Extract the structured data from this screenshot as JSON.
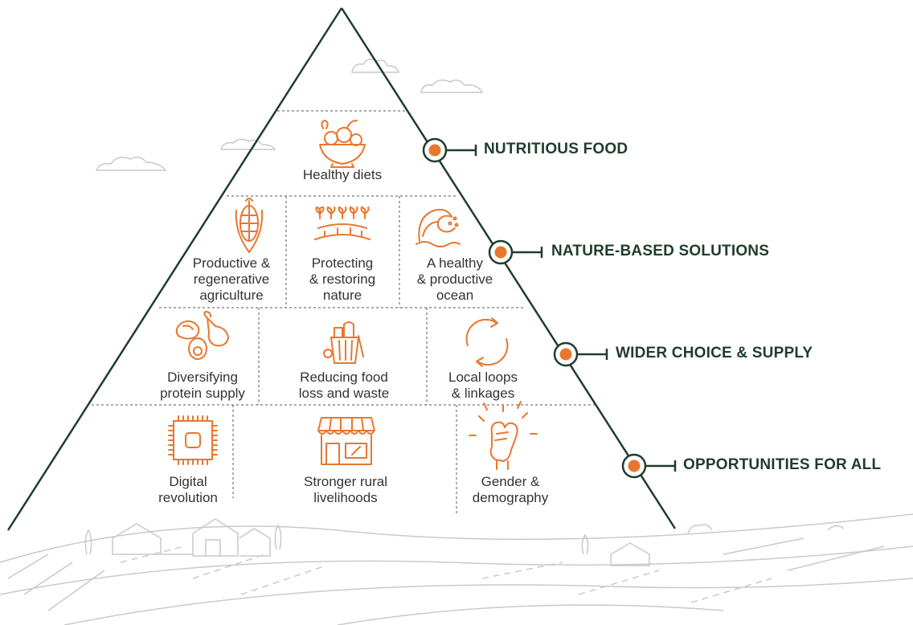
{
  "colors": {
    "accent": "#e8772e",
    "dark_green": "#1f3d2b",
    "line": "#555555",
    "sketch": "#c9c9c9",
    "text": "#333333"
  },
  "tiers": [
    {
      "label": "NUTRITIOUS FOOD"
    },
    {
      "label": "NATURE-BASED SOLUTIONS"
    },
    {
      "label": "WIDER CHOICE & SUPPLY"
    },
    {
      "label": "OPPORTUNITIES FOR ALL"
    }
  ],
  "cells": {
    "healthy_diets": {
      "line1": "Healthy diets",
      "icon": "fruit-bowl-icon"
    },
    "productive_agriculture": {
      "line1": "Productive &",
      "line2": "regenerative",
      "line3": "agriculture",
      "icon": "corn-icon"
    },
    "protecting_nature": {
      "line1": "Protecting",
      "line2": "& restoring",
      "line3": "nature",
      "icon": "sprouts-icon"
    },
    "healthy_ocean": {
      "line1": "A healthy",
      "line2": "& productive",
      "line3": "ocean",
      "icon": "wave-icon"
    },
    "diversifying_protein": {
      "line1": "Diversifying",
      "line2": "protein supply",
      "icon": "protein-icon"
    },
    "reducing_food_loss": {
      "line1": "Reducing food",
      "line2": "loss and waste",
      "icon": "food-basket-icon"
    },
    "local_loops": {
      "line1": "Local loops",
      "line2": "& linkages",
      "icon": "loop-arrows-icon"
    },
    "digital_revolution": {
      "line1": "Digital",
      "line2": "revolution",
      "icon": "chip-icon"
    },
    "stronger_livelihoods": {
      "line1": "Stronger rural",
      "line2": "livelihoods",
      "icon": "storefront-icon"
    },
    "gender_demography": {
      "line1": "Gender &",
      "line2": "demography",
      "icon": "raised-fist-icon"
    }
  }
}
